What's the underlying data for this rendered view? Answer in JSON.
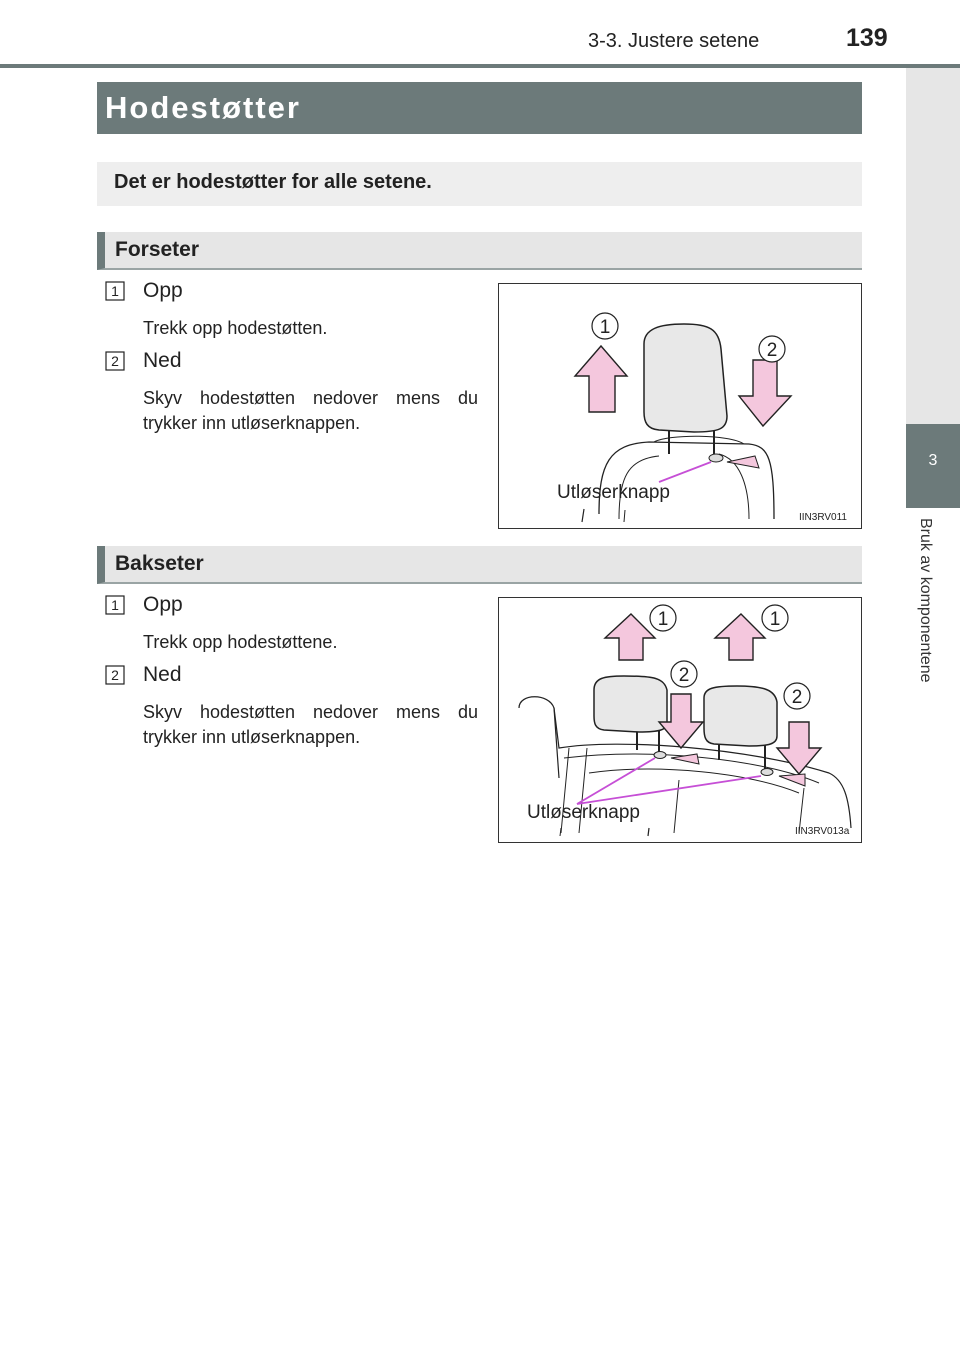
{
  "header": {
    "section": "3-3. Justere setene",
    "page_number": "139"
  },
  "side_tab": {
    "number": "3",
    "label": "Bruk av komponentene"
  },
  "title": "Hodestøtter",
  "intro": "Det er hodestøtter for alle setene.",
  "sections": [
    {
      "heading": "Forseter",
      "steps": [
        {
          "num": "1",
          "title": "Opp",
          "desc": "Trekk opp hodestøtten."
        },
        {
          "num": "2",
          "title": "Ned",
          "desc": "Skyv hodestøtten nedover mens du trykker inn utløserknappen."
        }
      ],
      "figure": {
        "label": "Utløserknapp",
        "code": "IIN3RV011",
        "callouts": [
          "1",
          "2"
        ]
      }
    },
    {
      "heading": "Bakseter",
      "steps": [
        {
          "num": "1",
          "title": "Opp",
          "desc": "Trekk opp hodestøttene."
        },
        {
          "num": "2",
          "title": "Ned",
          "desc": "Skyv hodestøtten nedover mens du trykker inn utløserknappen."
        }
      ],
      "figure": {
        "label": "Utløserknapp",
        "code": "IIN3RV013a",
        "callouts": [
          "1",
          "1",
          "2",
          "2"
        ]
      }
    }
  ],
  "colors": {
    "band": "#6c7a7a",
    "arrow_fill": "#f4c7dd",
    "pointer": "#c64fd6",
    "headrest": "#e8e8e8"
  }
}
